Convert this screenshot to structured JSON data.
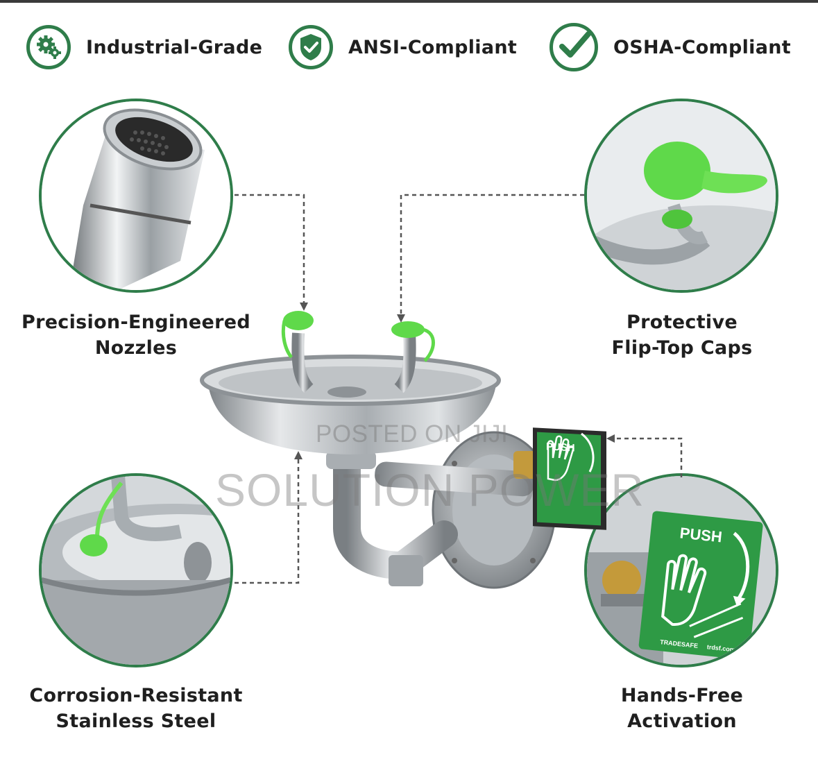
{
  "badges": [
    {
      "label": "Industrial-Grade",
      "icon": "gears-icon"
    },
    {
      "label": "ANSI-Compliant",
      "icon": "shield-check-icon"
    },
    {
      "label": "OSHA-Compliant",
      "icon": "checkmark-icon"
    }
  ],
  "features": {
    "nozzles": {
      "line1": "Precision-Engineered",
      "line2": "Nozzles"
    },
    "caps": {
      "line1": "Protective",
      "line2": "Flip-Top Caps"
    },
    "steel": {
      "line1": "Corrosion-Resistant",
      "line2": "Stainless Steel"
    },
    "activation": {
      "line1": "Hands-Free",
      "line2": "Activation"
    }
  },
  "push_sign": {
    "label": "PUSH",
    "brand": "TRADESAFE",
    "site": "trdsf.com"
  },
  "watermark": {
    "line1": "POSTED ON JIJI",
    "line2": "SOLUTION POWER"
  },
  "colors": {
    "brand_green": "#2f7d4a",
    "cap_green": "#5fd94a",
    "sign_green": "#2e9a45",
    "steel": "#b9bec2"
  }
}
